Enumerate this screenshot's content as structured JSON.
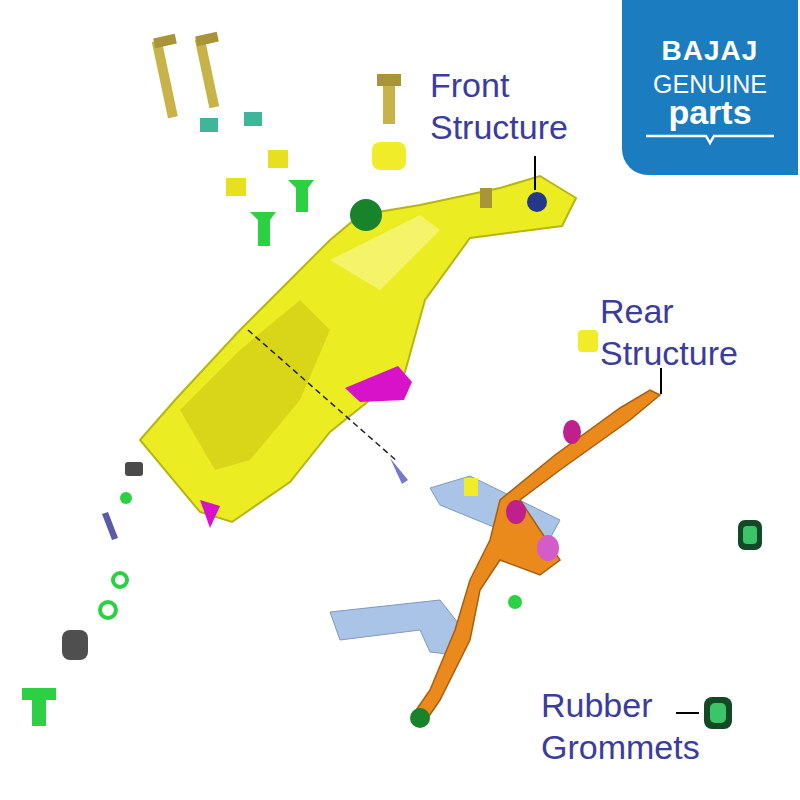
{
  "diagram": {
    "nodes": [
      {
        "text": [
          "BAJAJ",
          "GENUINE",
          "parts"
        ]
      }
    ],
    "labels": [
      "Front Structure",
      "Rear Structure",
      "Rubber Grommets"
    ]
  }
}
